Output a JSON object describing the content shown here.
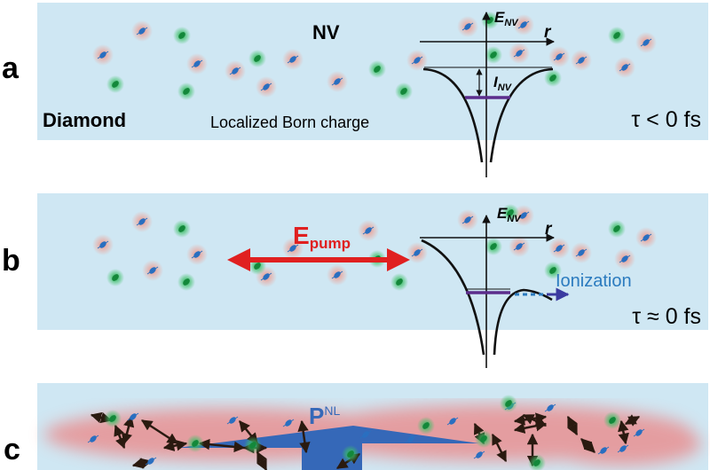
{
  "panels": {
    "a": {
      "letter": "a",
      "material": "Diamond",
      "center_label": "NV",
      "charge_label": "Localized Born charge",
      "energy_axis": "E",
      "energy_sub": "NV",
      "r_axis": "r",
      "ionization_energy": "I",
      "ionization_sub": "NV",
      "time": "τ < 0 fs"
    },
    "b": {
      "letter": "b",
      "field": "E",
      "field_sub": "pump",
      "energy_axis": "E",
      "energy_sub": "NV",
      "r_axis": "r",
      "process": "Ionization",
      "time": "τ ≈ 0 fs"
    },
    "c": {
      "letter": "c",
      "polarization": "P",
      "polarization_sup": "NL"
    }
  },
  "colors": {
    "band": "#cfe7f3",
    "electron": "#2a6fc0",
    "green_atom": "#1fa64a",
    "halo": "#f2a49a",
    "pump": "#e02020",
    "ionization": "#2b7bbf",
    "level": "#5b2d8c",
    "pnl_arrow": "#3568b8"
  }
}
